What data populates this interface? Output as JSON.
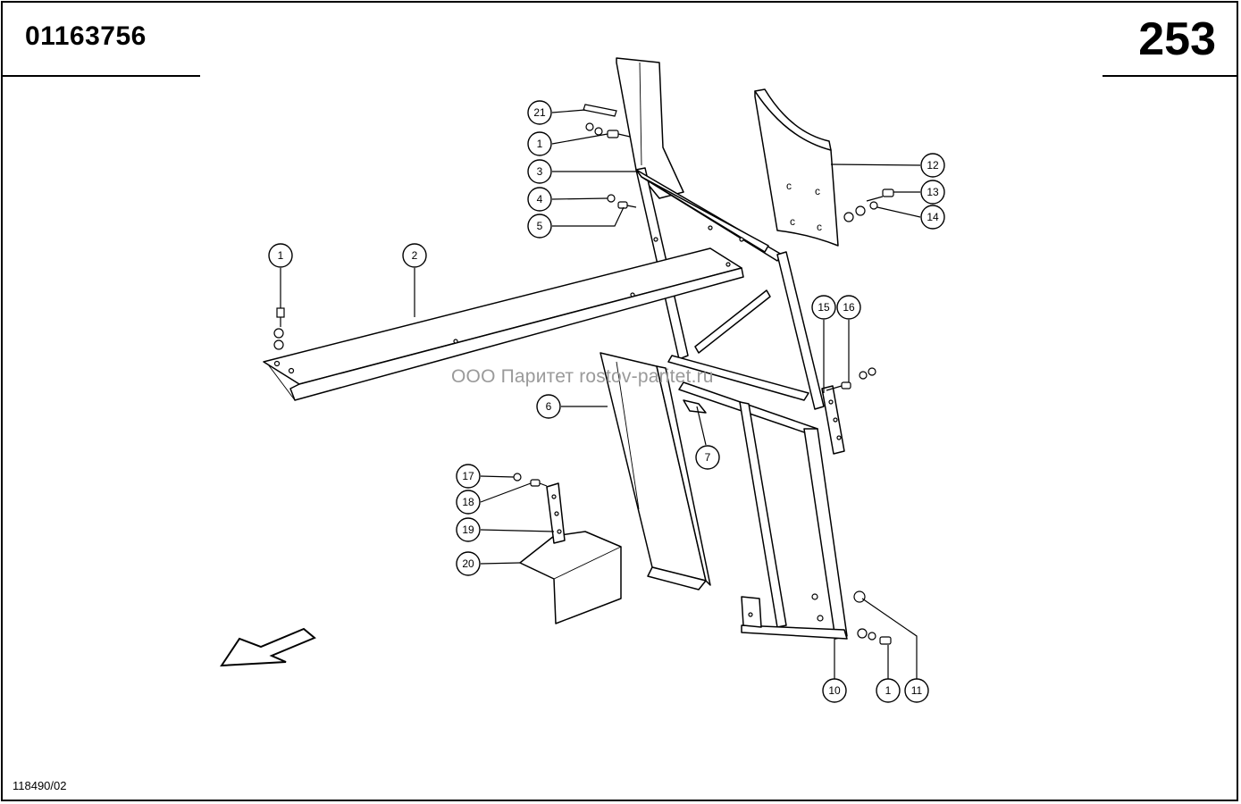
{
  "header": {
    "document_number": "01163756",
    "page_number": "253"
  },
  "footer": {
    "drawing_reference": "118490/02"
  },
  "watermark": {
    "text": "ООО Паритет   rostov-paritet.ru"
  },
  "callouts": [
    "21",
    "1",
    "3",
    "4",
    "5",
    "1",
    "2",
    "12",
    "13",
    "14",
    "15",
    "16",
    "6",
    "7",
    "17",
    "18",
    "19",
    "20",
    "10",
    "1",
    "11"
  ],
  "direction_arrow": {
    "icon": "travel-direction-arrow-icon"
  }
}
